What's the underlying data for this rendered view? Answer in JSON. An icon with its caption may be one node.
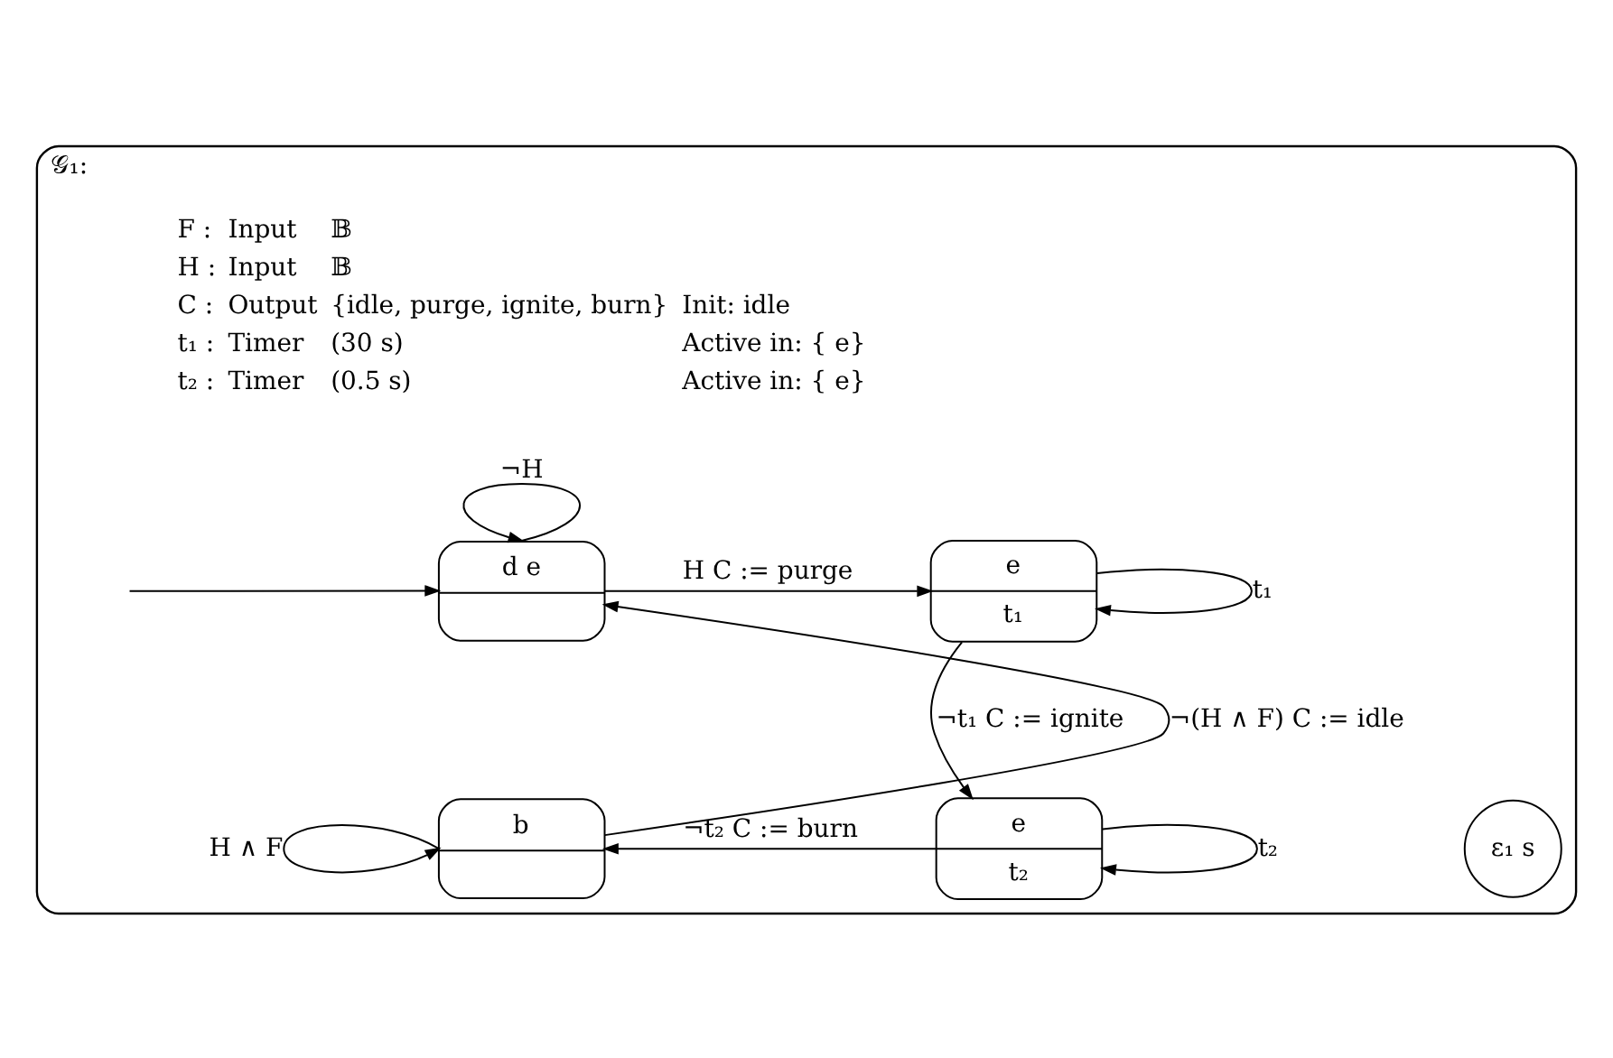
{
  "diagram": {
    "nodes": [
      {
        "text": [
          "𝒢₁:"
        ]
      },
      {
        "text": [
          "d e"
        ],
        "in": 0
      },
      {
        "text": [
          "e",
          "t₁"
        ],
        "in": 0
      },
      {
        "text": [
          "b"
        ],
        "in": 0
      },
      {
        "text": [
          "e",
          "t₂"
        ],
        "in": 0
      },
      {
        "text": [
          "ε₁ s"
        ],
        "in": 0
      }
    ],
    "edges": [
      {
        "from": null,
        "to": 1,
        "arrow": "to"
      },
      {
        "from": 1,
        "to": 1,
        "arrow": "to",
        "label": "¬H"
      },
      {
        "from": 1,
        "to": 2,
        "arrow": "to",
        "label": "H C := purge"
      },
      {
        "from": 2,
        "to": 2,
        "arrow": "to",
        "label": "t₁"
      },
      {
        "from": 2,
        "to": 4,
        "arrow": "to",
        "label": "¬t₁ C := ignite"
      },
      {
        "from": 4,
        "to": 4,
        "arrow": "to",
        "label": "t₂"
      },
      {
        "from": 4,
        "to": 3,
        "arrow": "to",
        "label": "¬t₂ C := burn"
      },
      {
        "from": 3,
        "to": 3,
        "arrow": "to",
        "label": "H ∧ F"
      },
      {
        "from": 3,
        "to": 1,
        "arrow": "to",
        "label": "¬(H ∧ F) C := idle"
      }
    ],
    "labels": [
      "F :",
      "Input",
      "𝔹",
      "H :",
      "Input",
      "𝔹",
      "C :",
      "Output",
      "{idle, purge, ignite, burn}",
      "Init: idle",
      "t₁ :",
      "Timer",
      "(30 s)",
      "Active in: { e}",
      "t₂ :",
      "Timer",
      "(0.5 s)",
      "Active in: { e}"
    ]
  }
}
